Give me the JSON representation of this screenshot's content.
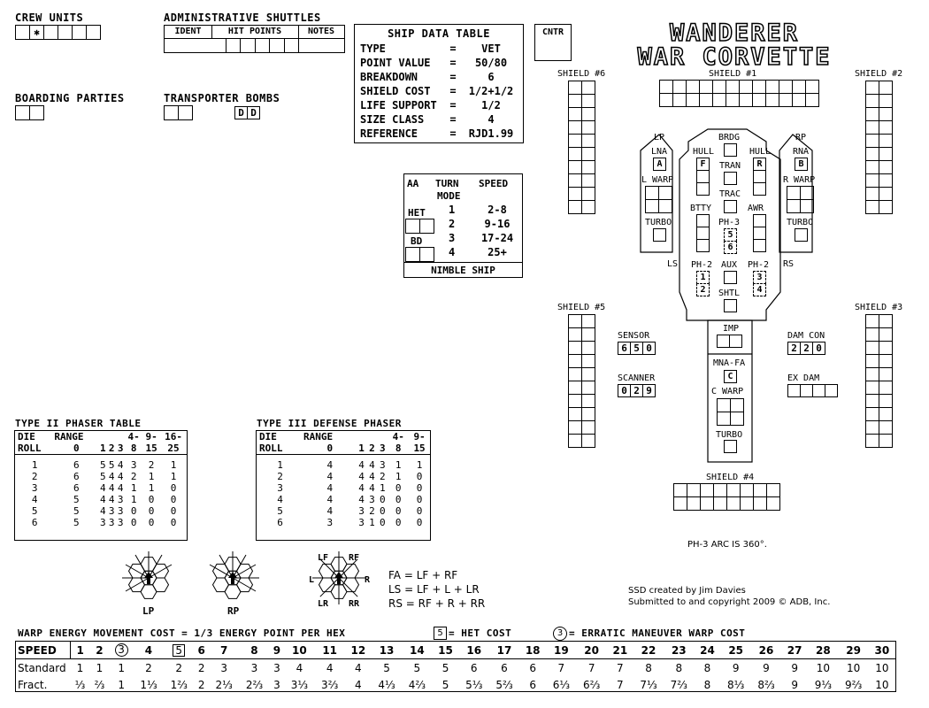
{
  "crew": {
    "label": "CREW UNITS",
    "marked_index": 1,
    "count": 6
  },
  "shuttles": {
    "label": "ADMINISTRATIVE SHUTTLES",
    "cols": [
      "IDENT",
      "HIT POINTS",
      "NOTES"
    ]
  },
  "boarding": {
    "label": "BOARDING PARTIES"
  },
  "tbombs": {
    "label": "TRANSPORTER BOMBS",
    "dummy": "D"
  },
  "shipdata": {
    "title": "SHIP DATA TABLE",
    "rows": [
      {
        "k": "TYPE",
        "v": "VET"
      },
      {
        "k": "POINT VALUE",
        "v": "50/80"
      },
      {
        "k": "BREAKDOWN",
        "v": "6"
      },
      {
        "k": "SHIELD COST",
        "v": "1/2+1/2"
      },
      {
        "k": "LIFE SUPPORT",
        "v": "1/2"
      },
      {
        "k": "SIZE CLASS",
        "v": "4"
      },
      {
        "k": "REFERENCE",
        "v": "RJD1.99"
      }
    ],
    "eq": "="
  },
  "cntr": "CNTR",
  "title": {
    "line1": "WANDERER",
    "line2": "WAR CORVETTE"
  },
  "turnmode": {
    "h_aa": "AA",
    "h_turn": "TURN",
    "h_mode": "MODE",
    "h_speed": "SPEED",
    "het": "HET",
    "bd": "BD",
    "rows": [
      {
        "m": "1",
        "s": "2-8"
      },
      {
        "m": "2",
        "s": "9-16"
      },
      {
        "m": "3",
        "s": "17-24"
      },
      {
        "m": "4",
        "s": "25+"
      }
    ],
    "footer": "NIMBLE SHIP"
  },
  "shields": {
    "s1": "SHIELD #1",
    "s2": "SHIELD #2",
    "s3": "SHIELD #3",
    "s4": "SHIELD #4",
    "s5": "SHIELD #5",
    "s6": "SHIELD #6"
  },
  "ship": {
    "lp": "LP",
    "rp": "RP",
    "lna": "LNA",
    "rna": "RNA",
    "a": "A",
    "b": "B",
    "lwarp": "L WARP",
    "rwarp": "R WARP",
    "turbo": "TURBO",
    "brdg": "BRDG",
    "hull": "HULL",
    "f": "F",
    "r": "R",
    "tran": "TRAN",
    "trac": "TRAC",
    "btty": "BTTY",
    "awr": "AWR",
    "ph3": "PH-3",
    "ph3a": "5",
    "ph3b": "6",
    "ls": "LS",
    "rs": "RS",
    "ph2": "PH-2",
    "aux": "AUX",
    "p1": "1",
    "p2": "2",
    "p3": "3",
    "p4": "4",
    "shtl": "SHTL",
    "imp": "IMP",
    "mnafa": "MNA-FA",
    "c": "C",
    "cwarp": "C WARP",
    "sensor": "SENSOR",
    "sensor_vals": [
      "6",
      "5",
      "0"
    ],
    "scanner": "SCANNER",
    "scanner_vals": [
      "0",
      "2",
      "9"
    ],
    "damcon": "DAM CON",
    "damcon_vals": [
      "2",
      "2",
      "0"
    ],
    "exdam": "EX DAM",
    "ph3arc": "PH-3 ARC IS 360°."
  },
  "ph2table": {
    "title": "TYPE II PHASER TABLE",
    "h1": [
      "DIE",
      "RANGE",
      "",
      "",
      "",
      "4-",
      "9-",
      "16-"
    ],
    "h2": [
      "ROLL",
      "0",
      "1",
      "2",
      "3",
      "8",
      "15",
      "25"
    ],
    "rows": [
      [
        "1",
        "6",
        "5",
        "5",
        "4",
        "3",
        "2",
        "1"
      ],
      [
        "2",
        "6",
        "5",
        "4",
        "4",
        "2",
        "1",
        "1"
      ],
      [
        "3",
        "6",
        "4",
        "4",
        "4",
        "1",
        "1",
        "0"
      ],
      [
        "4",
        "5",
        "4",
        "4",
        "3",
        "1",
        "0",
        "0"
      ],
      [
        "5",
        "5",
        "4",
        "3",
        "3",
        "0",
        "0",
        "0"
      ],
      [
        "6",
        "5",
        "3",
        "3",
        "3",
        "0",
        "0",
        "0"
      ]
    ]
  },
  "ph3table": {
    "title": "TYPE III DEFENSE PHASER",
    "h1": [
      "DIE",
      "RANGE",
      "",
      "",
      "",
      "4-",
      "9-"
    ],
    "h2": [
      "ROLL",
      "0",
      "1",
      "2",
      "3",
      "8",
      "15"
    ],
    "rows": [
      [
        "1",
        "4",
        "4",
        "4",
        "3",
        "1",
        "1"
      ],
      [
        "2",
        "4",
        "4",
        "4",
        "2",
        "1",
        "0"
      ],
      [
        "3",
        "4",
        "4",
        "4",
        "1",
        "0",
        "0"
      ],
      [
        "4",
        "4",
        "4",
        "3",
        "0",
        "0",
        "0"
      ],
      [
        "5",
        "4",
        "3",
        "2",
        "0",
        "0",
        "0"
      ],
      [
        "6",
        "3",
        "3",
        "1",
        "0",
        "0",
        "0"
      ]
    ]
  },
  "arcs": {
    "lp": "LP",
    "rp": "RP",
    "lf": "LF",
    "rf": "RF",
    "l": "L",
    "r": "R",
    "lr": "LR",
    "rr": "RR",
    "fa": "FA = LF + RF",
    "lsdef": "LS = LF + L + LR",
    "rsdef": "RS = RF + R + RR"
  },
  "credits": {
    "line1": "SSD created by Jim Davies",
    "line2": "Submitted to and copyright 2009 © ADB, Inc."
  },
  "warp": {
    "title": "WARP ENERGY MOVEMENT COST = 1/3 ENERGY POINT PER HEX",
    "het_box": "5",
    "het_text": "= HET COST",
    "em_circle": "3",
    "em_text": "= ERRATIC MANEUVER WARP COST",
    "speed_label": "SPEED",
    "std_label": "Standard",
    "fract_label": "Fract.",
    "speeds": [
      "1",
      "2",
      "3",
      "4",
      "5",
      "6",
      "7",
      "8",
      "9",
      "10",
      "11",
      "12",
      "13",
      "14",
      "15",
      "16",
      "17",
      "18",
      "19",
      "20",
      "21",
      "22",
      "23",
      "24",
      "25",
      "26",
      "27",
      "28",
      "29",
      "30"
    ],
    "standard": [
      "1",
      "1",
      "1",
      "2",
      "2",
      "2",
      "3",
      "3",
      "3",
      "4",
      "4",
      "4",
      "5",
      "5",
      "5",
      "6",
      "6",
      "6",
      "7",
      "7",
      "7",
      "8",
      "8",
      "8",
      "9",
      "9",
      "9",
      "10",
      "10",
      "10"
    ],
    "fract": [
      "⅓",
      "⅔",
      "1",
      "1⅓",
      "1⅔",
      "2",
      "2⅓",
      "2⅔",
      "3",
      "3⅓",
      "3⅔",
      "4",
      "4⅓",
      "4⅔",
      "5",
      "5⅓",
      "5⅔",
      "6",
      "6⅓",
      "6⅔",
      "7",
      "7⅓",
      "7⅔",
      "8",
      "8⅓",
      "8⅔",
      "9",
      "9⅓",
      "9⅔",
      "10"
    ]
  }
}
